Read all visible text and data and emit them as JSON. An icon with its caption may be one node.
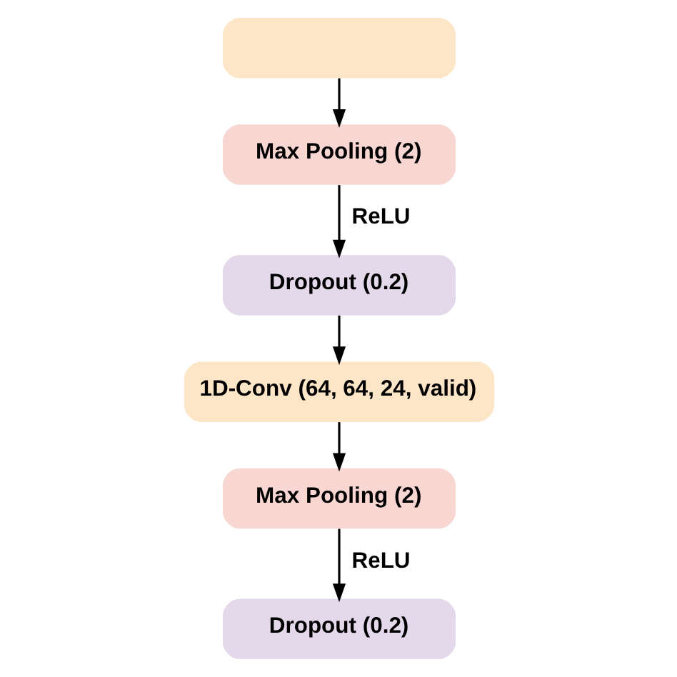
{
  "diagram": {
    "nodes": [
      {
        "text": [],
        "shape": "box"
      },
      {
        "text": [
          "Max Pooling (2)"
        ]
      },
      {
        "text": [
          "Dropout (0.2)"
        ]
      },
      {
        "text": [
          "1D-Conv (64, 64, 24, valid)"
        ]
      },
      {
        "text": [
          "Max Pooling (2)"
        ]
      },
      {
        "text": [
          "Dropout (0.2)"
        ]
      }
    ],
    "edges": [
      {
        "from": 0,
        "to": 1,
        "arrow": "to"
      },
      {
        "from": 1,
        "to": 2,
        "arrow": "to",
        "label": "ReLU"
      },
      {
        "from": 2,
        "to": 3,
        "arrow": "to"
      },
      {
        "from": 3,
        "to": 4,
        "arrow": "to"
      },
      {
        "from": 4,
        "to": 5,
        "arrow": "to",
        "label": "ReLU"
      }
    ]
  }
}
